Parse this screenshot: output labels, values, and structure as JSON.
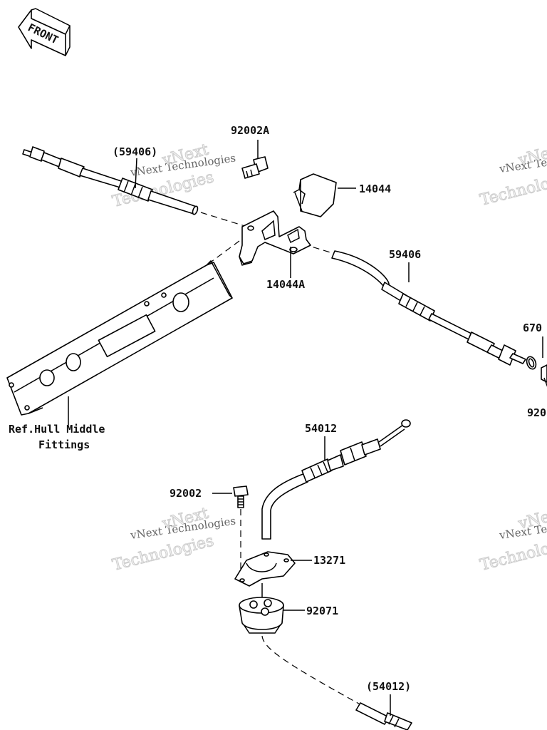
{
  "front_badge": {
    "label": "FRONT"
  },
  "callouts": [
    {
      "id": "92002A",
      "label": "92002A"
    },
    {
      "id": "59406-ref",
      "label": "(59406)"
    },
    {
      "id": "14044",
      "label": "14044"
    },
    {
      "id": "14044A",
      "label": "14044A"
    },
    {
      "id": "59406",
      "label": "59406"
    },
    {
      "id": "670",
      "label": "670"
    },
    {
      "id": "920",
      "label": "920"
    },
    {
      "id": "54012",
      "label": "54012"
    },
    {
      "id": "92002",
      "label": "92002"
    },
    {
      "id": "13271",
      "label": "13271"
    },
    {
      "id": "92071",
      "label": "92071"
    },
    {
      "id": "54012-ref",
      "label": "(54012)"
    }
  ],
  "reference_note": {
    "line1": "Ref.Hull Middle",
    "line2": "Fittings"
  },
  "watermark": {
    "line1": "vNext Technologies",
    "line2": "vNext",
    "line3": "Technologies"
  },
  "colors": {
    "ink": "#000000",
    "watermark": "#c8c8c8",
    "background": "#ffffff"
  }
}
